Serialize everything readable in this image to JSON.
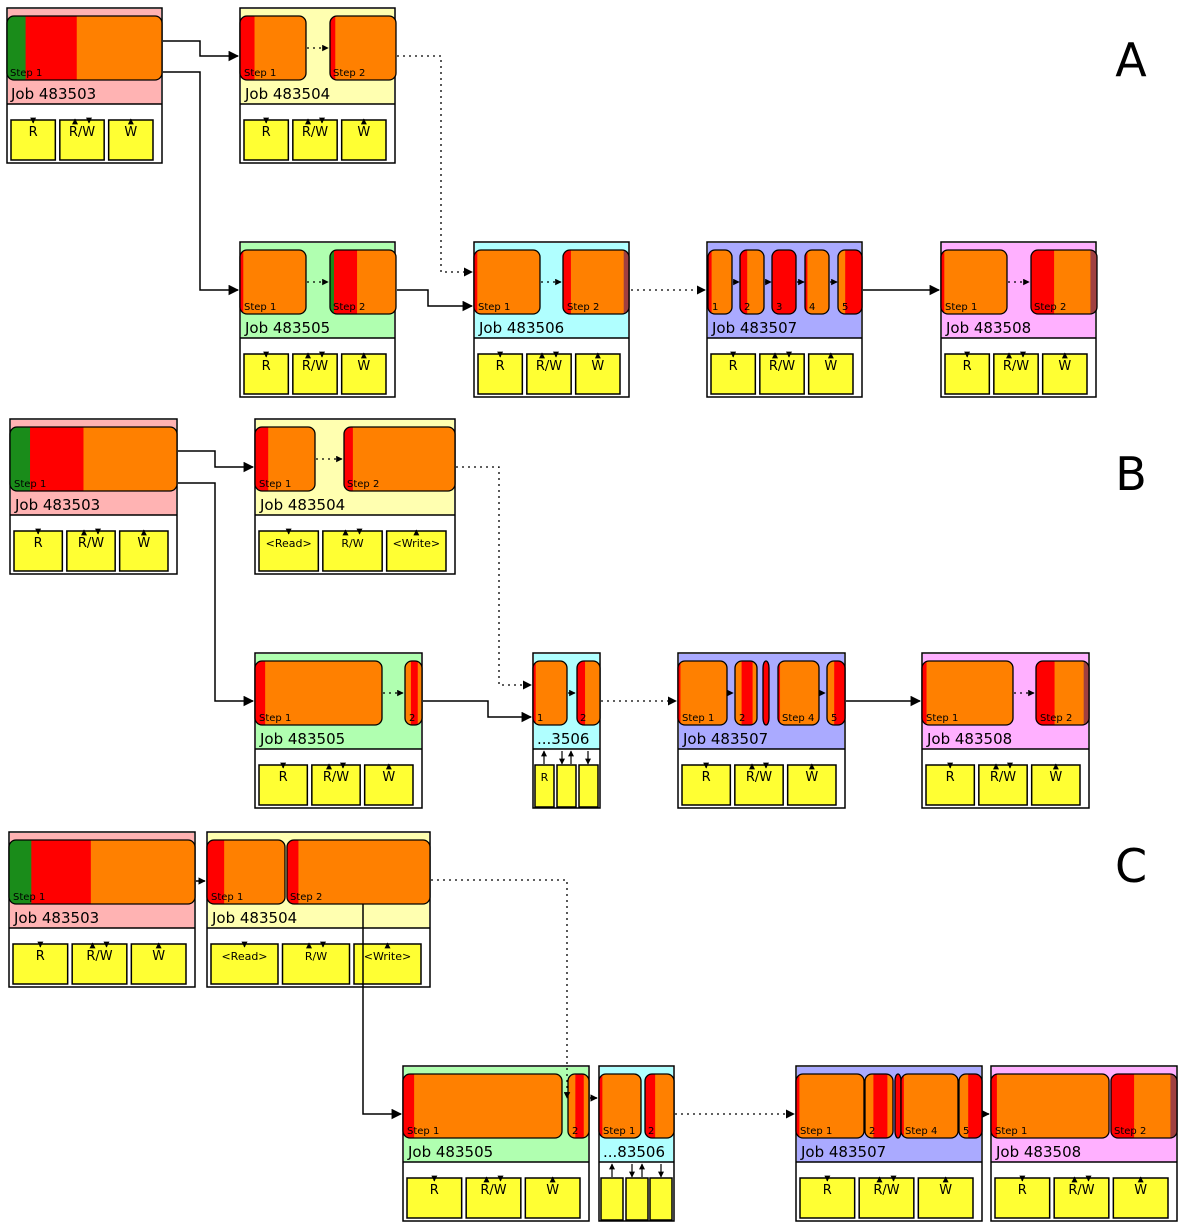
{
  "sections": [
    "A",
    "B",
    "C"
  ],
  "jobs": {
    "j483503": "Job 483503",
    "j483504": "Job 483504",
    "j483505": "Job 483505",
    "j483506": "Job 483506",
    "j483506_short_b": "...3506",
    "j483506_short_c": "...83506",
    "j483507": "Job 483507",
    "j483508": "Job 483508"
  },
  "steps": {
    "step1": "Step 1",
    "step2": "Step 2",
    "step4": "Step 4",
    "n1": "1",
    "n2": "2",
    "n3": "3",
    "n4": "4",
    "n5": "5"
  },
  "io": {
    "r": "R",
    "rw": "R/W",
    "w": "W",
    "read": "<Read>",
    "write": "<Write>"
  },
  "colors": {
    "job483503": "#ffb3b3",
    "job483504": "#ffffb0",
    "job483505": "#b0ffb0",
    "job483506": "#b0ffff",
    "job483507": "#aaaaff",
    "job483508": "#ffb0ff",
    "step_compute": "#ff8000",
    "step_io": "#ff0000",
    "step_startup": "#1a8c1a",
    "step_end": "#a04040",
    "file": "#ffff33"
  }
}
